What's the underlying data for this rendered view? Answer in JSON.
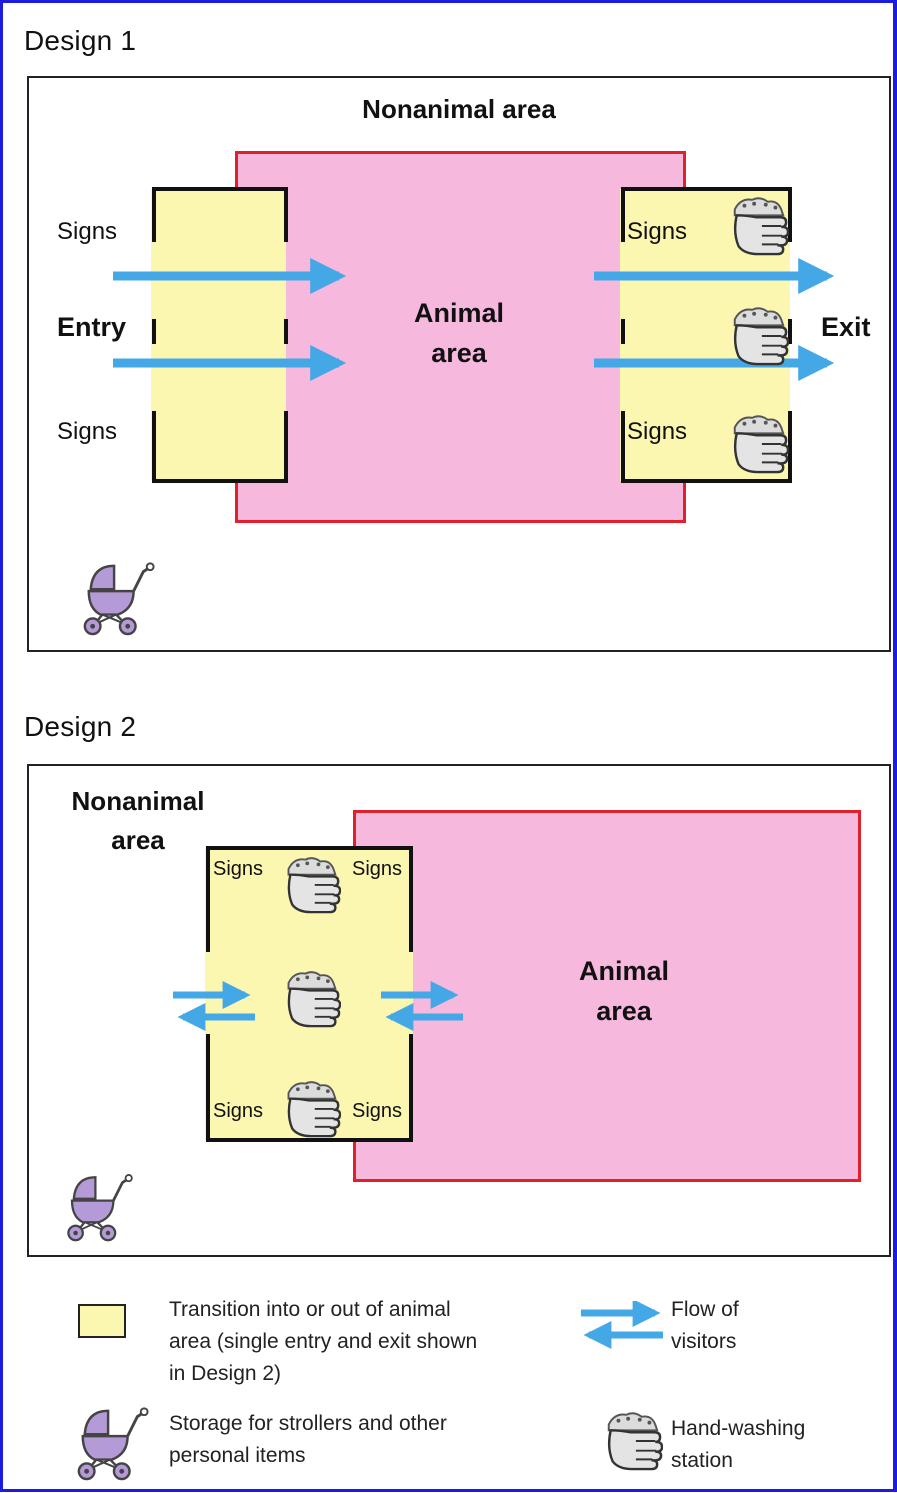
{
  "design1": {
    "title": "Design 1",
    "nonanimal_label": "Nonanimal area",
    "animal_label_line1": "Animal",
    "animal_label_line2": "area",
    "signs": "Signs",
    "entry": "Entry",
    "exit": "Exit"
  },
  "design2": {
    "title": "Design 2",
    "nonanimal_label_line1": "Nonanimal",
    "nonanimal_label_line2": "area",
    "animal_label_line1": "Animal",
    "animal_label_line2": "area",
    "signs": "Signs"
  },
  "legend": {
    "transition_line1": "Transition into or out of animal",
    "transition_line2": "area (single entry and exit shown",
    "transition_line3": "in  Design 2)",
    "flow_line1": "Flow of",
    "flow_line2": "visitors",
    "storage_line1": "Storage for strollers and other",
    "storage_line2": "personal items",
    "handwash_line1": "Hand-washing",
    "handwash_line2": "station"
  },
  "colors": {
    "transition_fill": "#fbf6b0",
    "animal_fill": "#f7b8de",
    "animal_border": "#e0202a",
    "arrow": "#45a8e6",
    "stroller": "#b49ad6",
    "page_border": "#1c1ce0"
  },
  "icons": [
    "stroller-icon",
    "hand-washing-icon",
    "flow-arrow-icon"
  ]
}
